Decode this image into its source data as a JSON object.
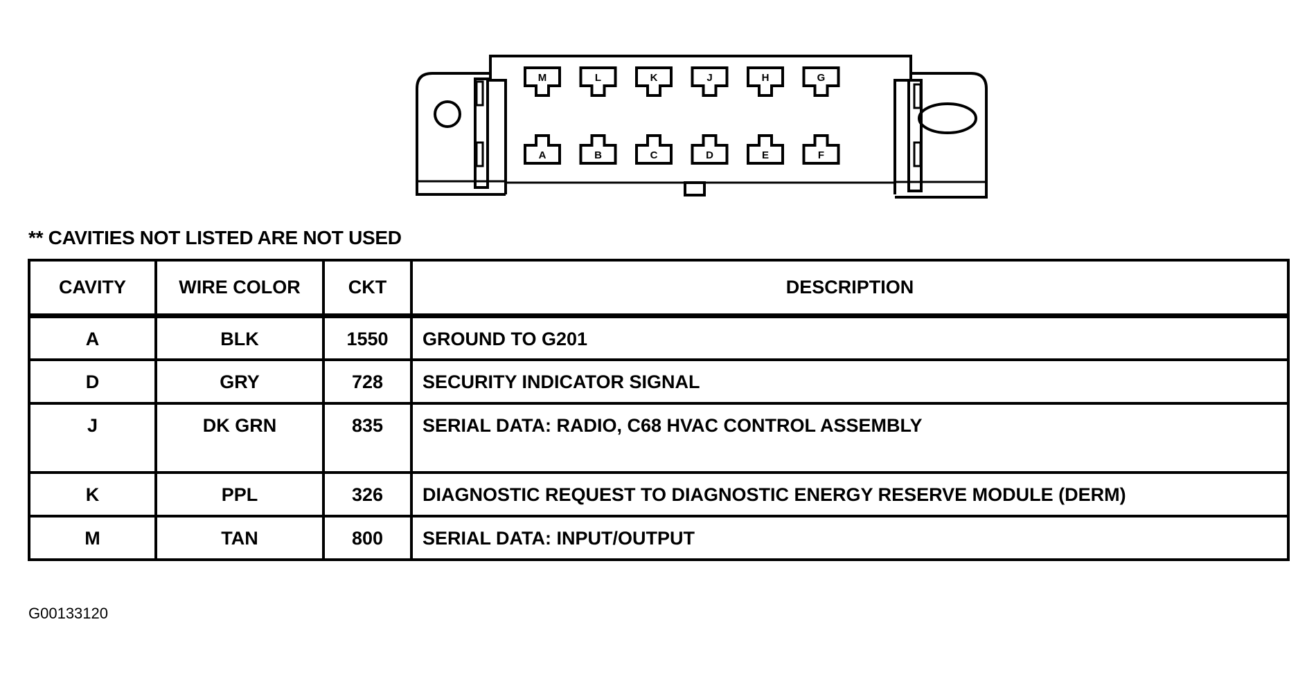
{
  "connector": {
    "top_row_pins": [
      "M",
      "L",
      "K",
      "J",
      "H",
      "G"
    ],
    "bottom_row_pins": [
      "A",
      "B",
      "C",
      "D",
      "E",
      "F"
    ]
  },
  "note": "** CAVITIES NOT LISTED ARE NOT USED",
  "table": {
    "headers": {
      "cavity": "CAVITY",
      "wire_color": "WIRE COLOR",
      "ckt": "CKT",
      "description": "DESCRIPTION"
    },
    "rows": [
      {
        "cavity": "A",
        "wire_color": "BLK",
        "ckt": "1550",
        "description": "GROUND TO G201"
      },
      {
        "cavity": "D",
        "wire_color": "GRY",
        "ckt": "728",
        "description": "SECURITY INDICATOR SIGNAL"
      },
      {
        "cavity": "J",
        "wire_color": "DK GRN",
        "ckt": "835",
        "description": "SERIAL DATA: RADIO, C68 HVAC CONTROL ASSEMBLY"
      },
      {
        "cavity": "K",
        "wire_color": "PPL",
        "ckt": "326",
        "description": "DIAGNOSTIC REQUEST TO DIAGNOSTIC ENERGY RESERVE MODULE (DERM)"
      },
      {
        "cavity": "M",
        "wire_color": "TAN",
        "ckt": "800",
        "description": "SERIAL DATA: INPUT/OUTPUT"
      }
    ]
  },
  "figure_id": "G00133120"
}
